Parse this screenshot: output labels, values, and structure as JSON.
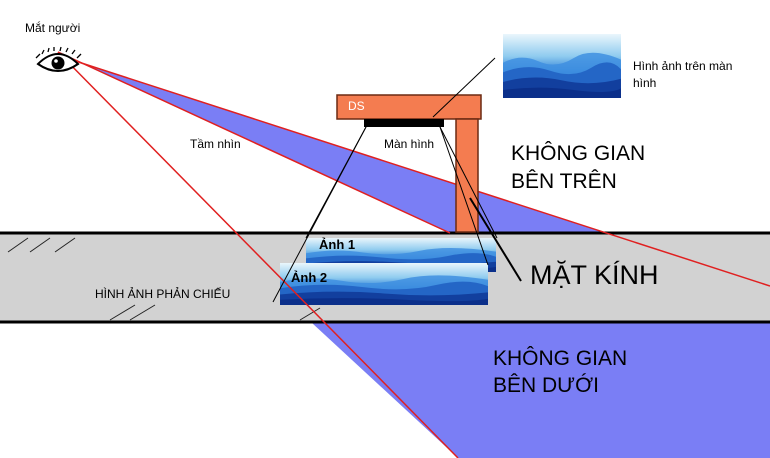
{
  "labels": {
    "eye": "Mắt người",
    "view": "Tầm nhìn",
    "screen": "Màn hình",
    "ds": "DS",
    "screen_image_line1": "Hình ảnh trên màn",
    "screen_image_line2": "hình",
    "space_above_line1": "KHÔNG GIAN",
    "space_above_line2": "BÊN TRÊN",
    "glass": "MẶT KÍNH",
    "space_below_line1": "KHÔNG GIAN",
    "space_below_line2": "BÊN DƯỚI",
    "reflection": "HÌNH ẢNH PHẢN CHIẾU",
    "image1": "Ảnh 1",
    "image2": "Ảnh 2"
  },
  "colors": {
    "view_area": "#7a7ef5",
    "sight_line": "#e02020",
    "glass": "#d2d2d2",
    "stand": "#f47c50",
    "stand_border": "#6b2a12",
    "sky_top": "#e6f4fb",
    "mountain_dark": "#0b2f8a"
  },
  "icons": {
    "eye": "eye-icon"
  }
}
